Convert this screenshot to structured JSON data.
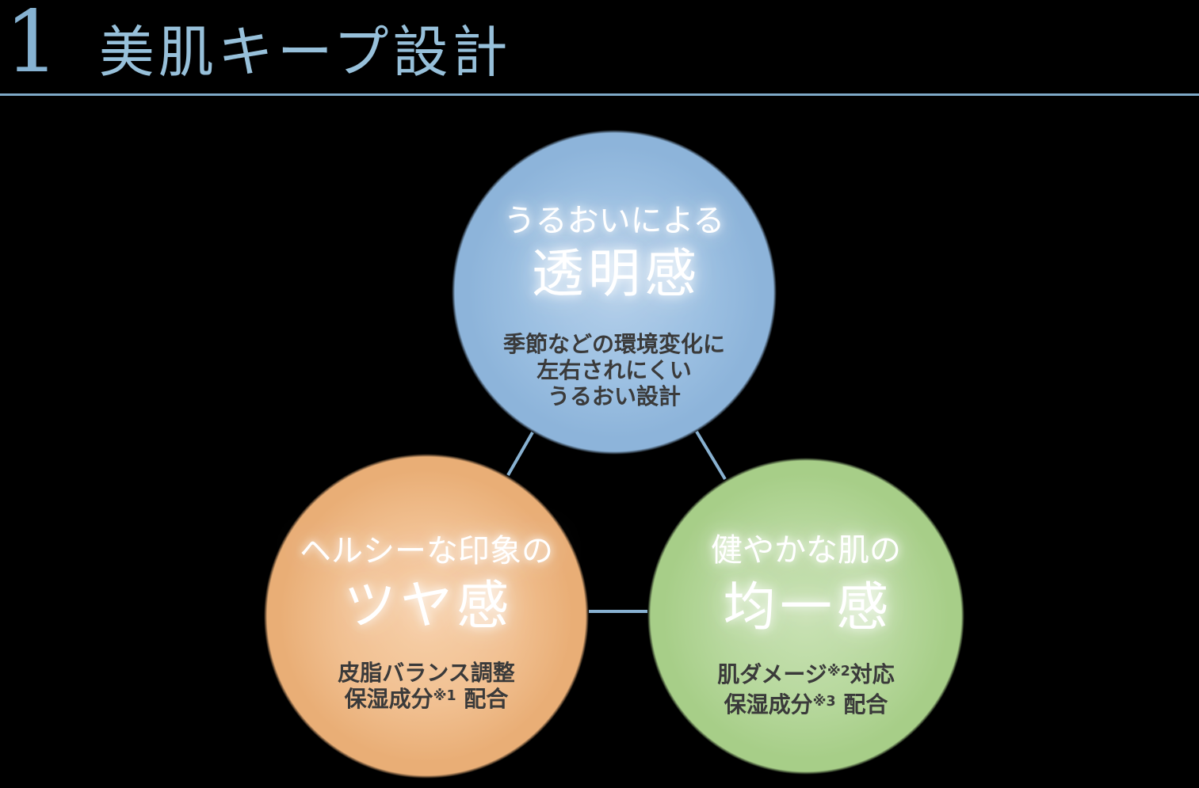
{
  "header": {
    "number": "1",
    "title": "美肌キープ設計"
  },
  "diagram": {
    "circles": [
      {
        "id": "moisture-clarity",
        "top_label": "うるおいによる",
        "main_label": "透明感",
        "desc_lines": [
          [
            {
              "t": "季節などの環境変化に"
            }
          ],
          [
            {
              "t": "左右されにくい"
            }
          ],
          [
            {
              "t": "うるおい設計"
            }
          ]
        ]
      },
      {
        "id": "healthy-glow",
        "top_label": "ヘルシーな印象の",
        "main_label": "ツヤ感",
        "desc_lines": [
          [
            {
              "t": "皮脂バランス調整"
            }
          ],
          [
            {
              "t": "保湿成分"
            },
            {
              "t": "※1",
              "sup": true
            },
            {
              "t": " 配合"
            }
          ]
        ]
      },
      {
        "id": "even-skin",
        "top_label": "健やかな肌の",
        "main_label": "均一感",
        "desc_lines": [
          [
            {
              "t": "肌ダメージ"
            },
            {
              "t": "※2",
              "sup": true
            },
            {
              "t": "対応"
            }
          ],
          [
            {
              "t": "保湿成分"
            },
            {
              "t": "※3",
              "sup": true
            },
            {
              "t": " 配合"
            }
          ]
        ]
      }
    ]
  },
  "colors": {
    "background": "#000000",
    "title_number": "#86b2d2",
    "title_text": "#97c0da",
    "divider": "#7ea9c7",
    "connector": "#88b1d1",
    "heading_text": "#ffffff",
    "body_text": "#3a3a3a",
    "blue_center": "#b3cfea",
    "blue_mid": "#9cc0e2",
    "blue_edge": "#8db4da",
    "orange_center": "#f7d0a9",
    "orange_mid": "#f1c091",
    "orange_edge": "#e9ae76",
    "green_center": "#c9e2b4",
    "green_mid": "#b7d89d",
    "green_edge": "#a7ce88"
  }
}
